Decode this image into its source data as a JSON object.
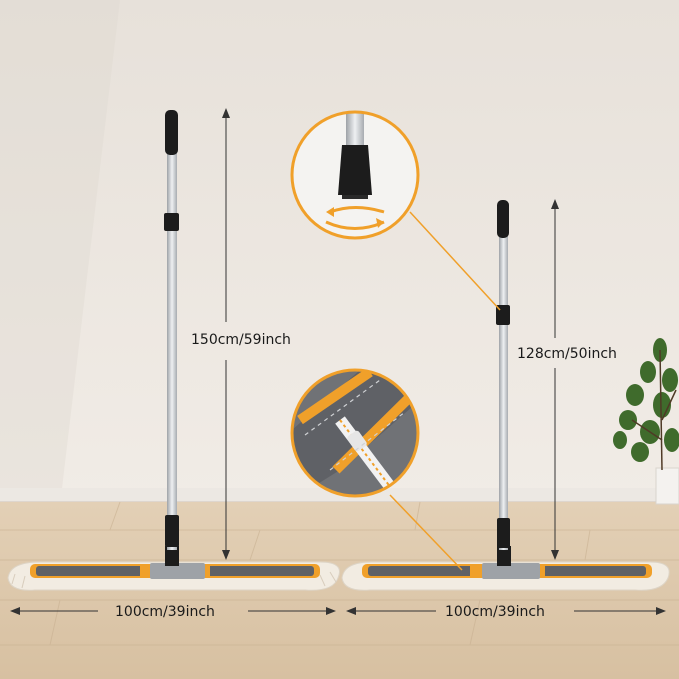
{
  "measurements": {
    "tall_height": "150cm/59inch",
    "short_height": "128cm/50inch",
    "left_width": "100cm/39inch",
    "right_width": "100cm/39inch"
  },
  "callouts": [
    {
      "name": "twist-lock-detail",
      "icon": "rotate-arrows-icon"
    },
    {
      "name": "zipper-pad-detail",
      "icon": "zipper-icon"
    }
  ],
  "colors": {
    "accent": "#f0a02a",
    "wall": "#ece6df",
    "floor": "#dcc7ab",
    "pole": "#c9ccd0",
    "handle": "#1c1c1c",
    "pad_gray": "#6a6a6a",
    "fringe": "#f2ece2"
  }
}
